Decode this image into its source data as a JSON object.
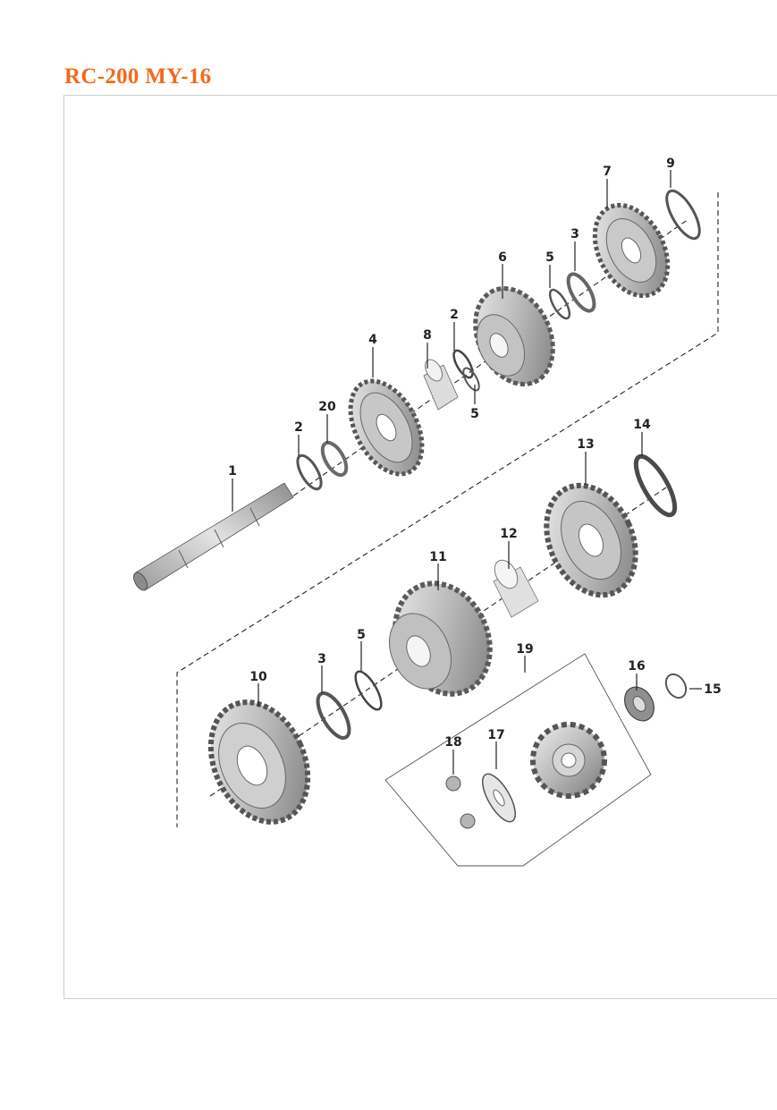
{
  "header": {
    "title": "RC-200 MY-16"
  },
  "colors": {
    "title": "#f26a1b",
    "part_light": "#d9d9d9",
    "part_mid": "#a8a8a8",
    "part_dark": "#6f6f6f",
    "frame": "#cfcfcf"
  },
  "callouts": {
    "c1": "1",
    "c2a": "2",
    "c2b": "2",
    "c3a": "3",
    "c3b": "3",
    "c4": "4",
    "c5a": "5",
    "c5b": "5",
    "c5c": "5",
    "c6": "6",
    "c7": "7",
    "c8": "8",
    "c9": "9",
    "c10": "10",
    "c11": "11",
    "c12": "12",
    "c13": "13",
    "c14": "14",
    "c15": "15",
    "c16": "16",
    "c17": "17",
    "c18": "18",
    "c19": "19",
    "c20": "20"
  }
}
